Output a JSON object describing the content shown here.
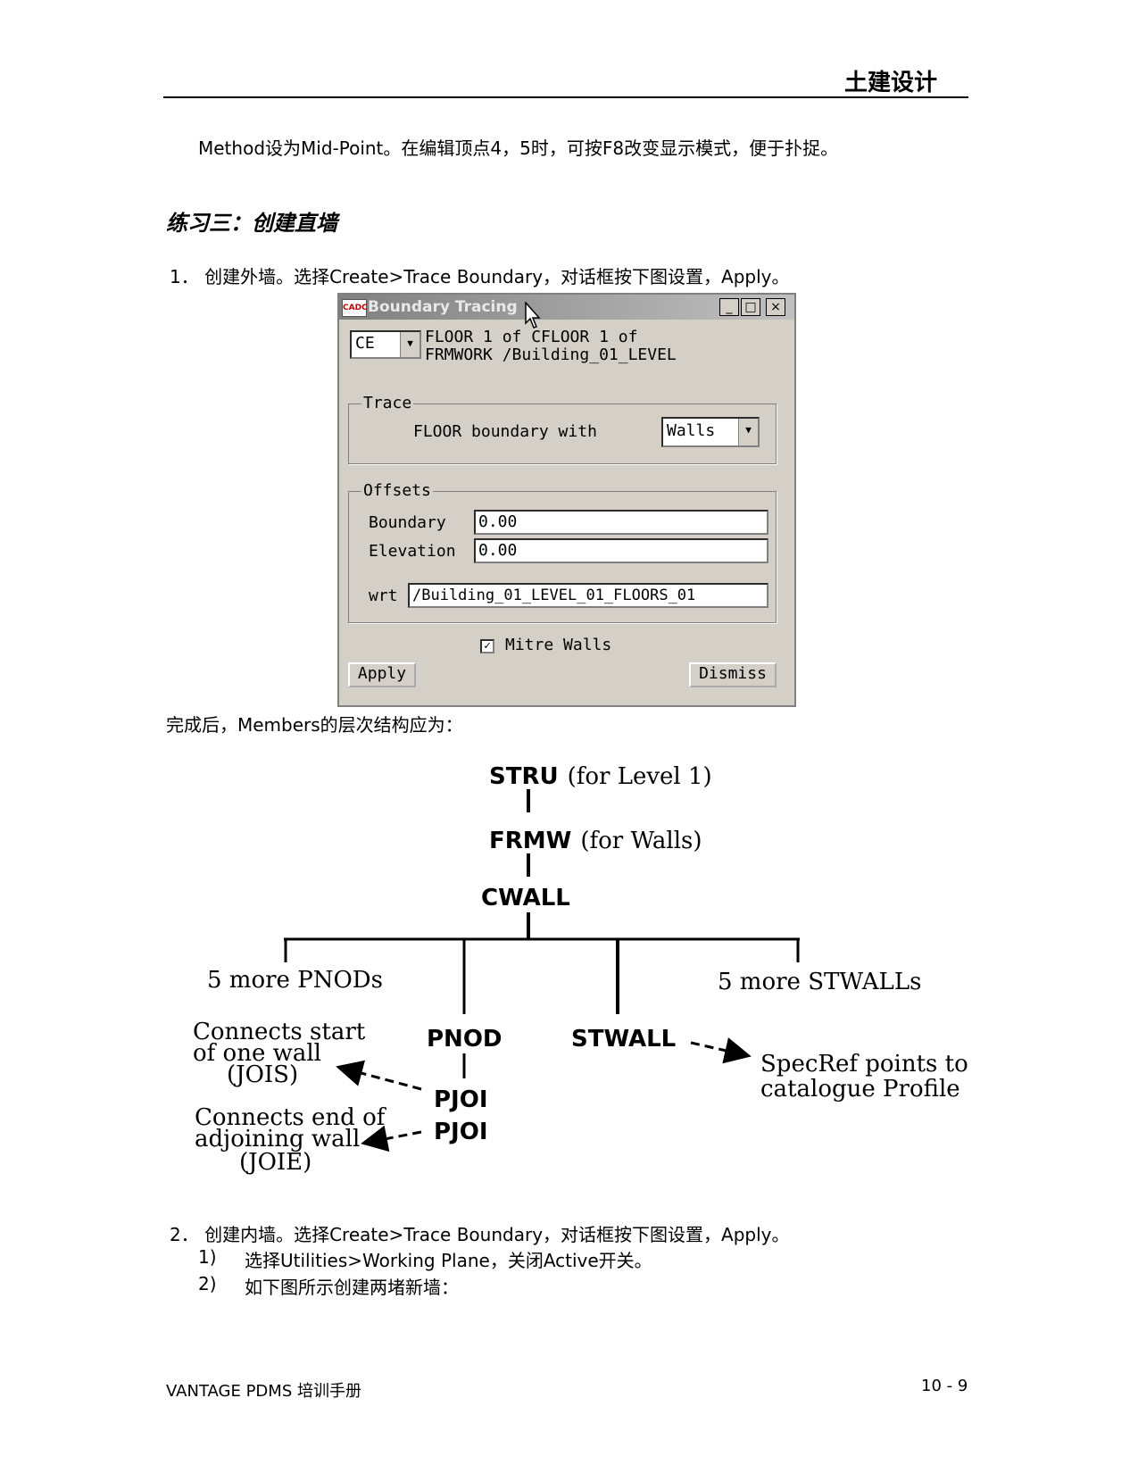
{
  "header": {
    "title": "土建设计"
  },
  "intro_line": "Method设为Mid-Point。在编辑顶点4，5时，可按F8改变显示模式，便于扑捉。",
  "section_title": "练习三：创建直墙",
  "step1": "1． 创建外墙。选择Create>Trace Boundary，对话框按下图设置，Apply。",
  "dialog": {
    "icon_text": "CADC",
    "title": "Boundary Tracing",
    "min_btn": "_",
    "max_btn": "□",
    "close_btn": "×",
    "ce_value": "CE",
    "info_line1": "FLOOR  1  of  CFLOOR  1 of",
    "info_line2": "FRMWORK /Building_01_LEVEL",
    "trace_group": "Trace",
    "trace_label": "FLOOR boundary with",
    "trace_value": "Walls",
    "offsets_group": "Offsets",
    "boundary_label": "Boundary",
    "boundary_value": "0.00",
    "elevation_label": "Elevation",
    "elevation_value": "0.00",
    "wrt_label": "wrt",
    "wrt_value": " /Building_01_LEVEL_01_FLOORS_01",
    "mitre_label": "Mitre Walls",
    "mitre_checked": "✓",
    "apply": "Apply",
    "dismiss": "Dismiss"
  },
  "after_text": "完成后，Members的层次结构应为：",
  "hierarchy": {
    "stru": "STRU",
    "stru_note": "(for Level 1)",
    "frmw": "FRMW",
    "frmw_note": "(for Walls)",
    "cwall": "CWALL",
    "more_pnods": "5 more PNODs",
    "more_stwalls": "5 more STWALLs",
    "pnod": "PNOD",
    "stwall": "STWALL",
    "pjoi_1": "PJOI",
    "pjoi_2": "PJOI",
    "start_note_1": "Connects start",
    "start_note_2": "of one wall",
    "start_note_3": "(JOIS)",
    "end_note_1": "Connects end of",
    "end_note_2": "adjoining wall",
    "end_note_3": "(JOIE)",
    "spec_note_1": "SpecRef points to",
    "spec_note_2": "catalogue Profile"
  },
  "step2": "2． 创建内墙。选择Create>Trace Boundary，对话框按下图设置，Apply。",
  "sub1_num": "1)",
  "sub1_text": "选择Utilities>Working Plane，关闭Active开关。",
  "sub2_num": "2)",
  "sub2_text": "如下图所示创建两堵新墙：",
  "footer": {
    "left": "VANTAGE PDMS  培训手册",
    "right": "10 - 9"
  }
}
